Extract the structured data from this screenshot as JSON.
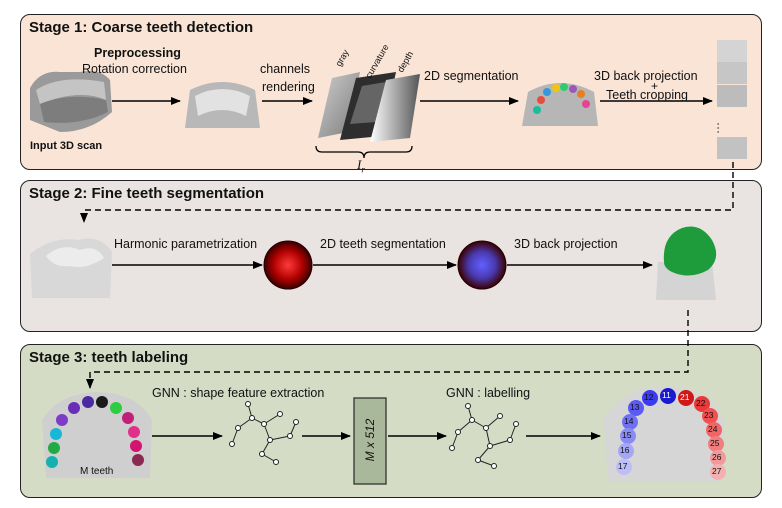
{
  "stage1": {
    "title": "Stage 1: Coarse teeth detection",
    "input_label": "Input 3D scan",
    "preprocessing": "Preprocessing",
    "rotation": "Rotation correction",
    "channels": "channels",
    "rendering": "rendering",
    "gray": "gray",
    "curvature": "curvature",
    "depth": "depth",
    "ir_symbol": "I",
    "ir_sub": "r",
    "segmentation": "2D segmentation",
    "backprojection": "3D back projection",
    "plus": "+",
    "cropping": "Teeth cropping",
    "dots": "···"
  },
  "stage2": {
    "title": "Stage 2: Fine teeth segmentation",
    "harmonic": "Harmonic parametrization",
    "seg2d": "2D teeth segmentation",
    "backproj": "3D back projection"
  },
  "stage3": {
    "title": "Stage 3: teeth labeling",
    "gnn_shape": "GNN : shape feature extraction",
    "matrix": "M x 512",
    "gnn_label": "GNN : labelling",
    "m_teeth": "M teeth",
    "tooth_numbers": [
      "12",
      "11",
      "21",
      "22",
      "13",
      "23",
      "14",
      "24",
      "15",
      "25",
      "16",
      "26",
      "17",
      "27"
    ]
  },
  "colors": {
    "stage1_bg": "#f9e4d6",
    "stage2_bg": "#e9e3e1",
    "stage3_bg": "#d5dcc6",
    "matrix_fill": "#a9b79a"
  }
}
